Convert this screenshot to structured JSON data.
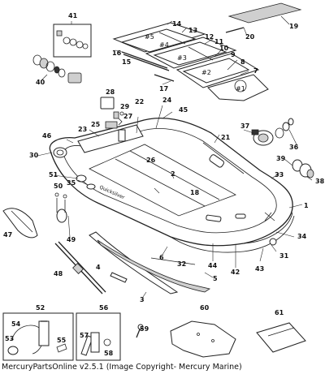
{
  "caption": "MercuryPartsOnline v2.5.1 (Image Copyright- Mercury Marine)",
  "callouts": [
    "1",
    "2",
    "3",
    "4",
    "5",
    "6",
    "7",
    "8",
    "9",
    "10",
    "11",
    "12",
    "13",
    "14",
    "15",
    "16",
    "17",
    "18",
    "19",
    "20",
    "21",
    "22",
    "23",
    "24",
    "25",
    "26",
    "27",
    "28",
    "29",
    "30",
    "31",
    "32",
    "33",
    "34",
    "35",
    "36",
    "37",
    "38",
    "39",
    "40",
    "41",
    "42",
    "43",
    "44",
    "45",
    "46",
    "47",
    "48",
    "49",
    "50",
    "51",
    "52",
    "53",
    "54",
    "55",
    "56",
    "57",
    "58",
    "59",
    "60",
    "61"
  ],
  "floor_labels": [
    "#1",
    "#2",
    "#3",
    "#4",
    "#5"
  ],
  "hull_brand": "Quicksilver"
}
